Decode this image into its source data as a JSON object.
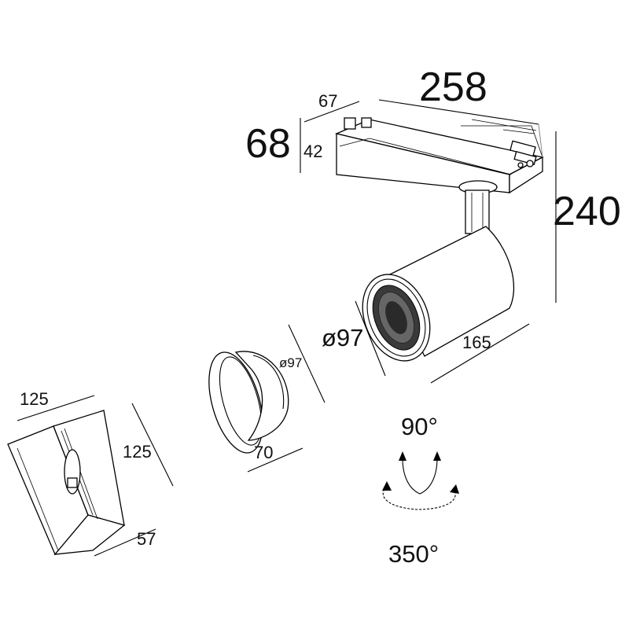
{
  "dimensions": {
    "main_width": "258",
    "main_height": "240",
    "adapter_width": "67",
    "adapter_height": "68",
    "adapter_inner_height": "42",
    "head_diameter": "ø97",
    "head_length": "165",
    "snoot_diameter": "ø97",
    "snoot_length": "70",
    "barndoor_width": "125",
    "barndoor_height": "125",
    "barndoor_depth": "57"
  },
  "rotation": {
    "tilt": "90°",
    "pan": "350°"
  }
}
